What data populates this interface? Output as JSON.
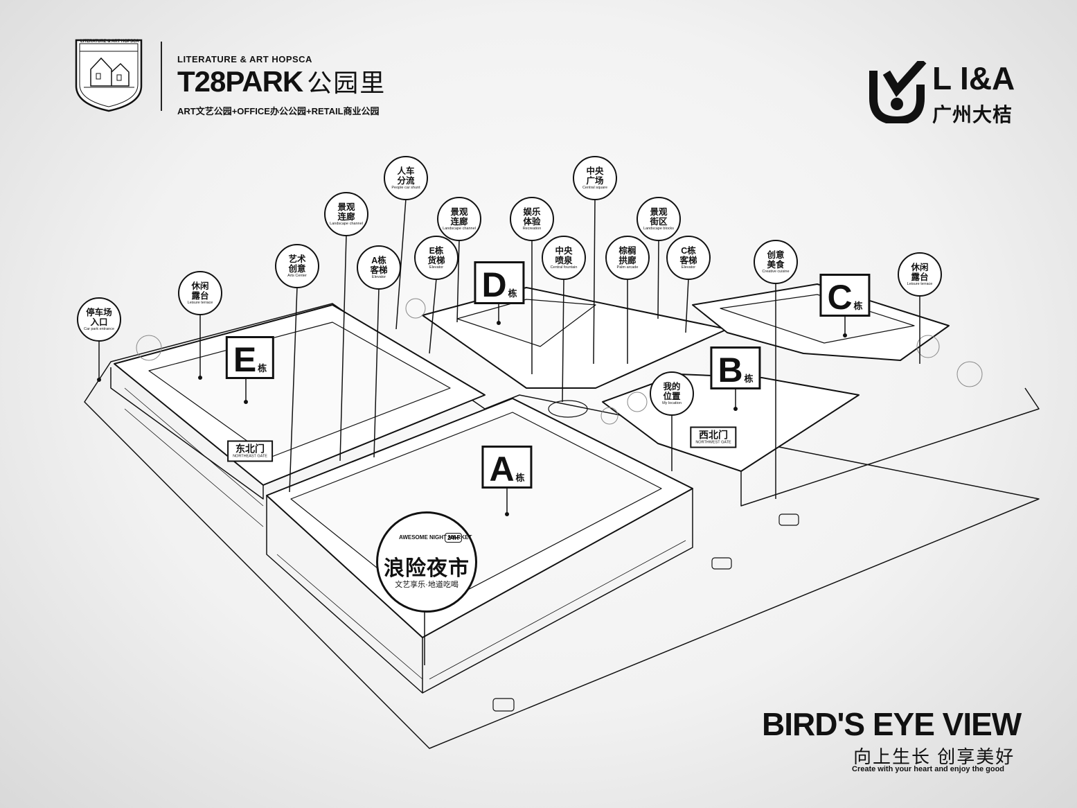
{
  "header": {
    "crest_text": "LITERATURE & ART HOPSCA",
    "brand_sub": "LITERATURE & ART HOPSCA",
    "brand_main": "T28PARK",
    "brand_main_cn": "公园里",
    "brand_tagline": "ART文艺公园+OFFICE办公公园+RETAIL商业公园",
    "logo_name": "L I&A",
    "logo_cn": "广州大桔"
  },
  "footer": {
    "title": "BIRD'S EYE VIEW",
    "slogan_cn": "向上生长 创享美好",
    "slogan_en": "Create with your heart and enjoy the good"
  },
  "buildings": [
    {
      "letter": "A",
      "suffix": "栋"
    },
    {
      "letter": "B",
      "suffix": "栋"
    },
    {
      "letter": "C",
      "suffix": "栋"
    },
    {
      "letter": "D",
      "suffix": "栋"
    },
    {
      "letter": "E",
      "suffix": "栋"
    }
  ],
  "gates": [
    {
      "cn": "东北门",
      "en": "NORTHEAST GATE"
    },
    {
      "cn": "西北门",
      "en": "NORTHWEST GATE"
    }
  ],
  "pins": [
    {
      "cn": [
        "停车场",
        "入口"
      ],
      "en": "Car park entrance"
    },
    {
      "cn": [
        "休闲",
        "露台"
      ],
      "en": "Leisure terrace"
    },
    {
      "cn": [
        "艺术",
        "创意"
      ],
      "en": "Arts Center"
    },
    {
      "cn": [
        "景观",
        "连廊"
      ],
      "en": "Landscape channel"
    },
    {
      "cn": [
        "A栋",
        "客梯"
      ],
      "en": "Elevator"
    },
    {
      "cn": [
        "人车",
        "分流"
      ],
      "en": "People car shunt"
    },
    {
      "cn": [
        "E栋",
        "货梯"
      ],
      "en": "Elevator"
    },
    {
      "cn": [
        "景观",
        "连廊"
      ],
      "en": "Landscape channel"
    },
    {
      "cn": [
        "娱乐",
        "体验"
      ],
      "en": "Recreation"
    },
    {
      "cn": [
        "中央",
        "喷泉"
      ],
      "en": "Central fountain"
    },
    {
      "cn": [
        "中央",
        "广场"
      ],
      "en": "Central square"
    },
    {
      "cn": [
        "棕榈",
        "拱廊"
      ],
      "en": "Palm arcade"
    },
    {
      "cn": [
        "景观",
        "街区"
      ],
      "en": "Landscape blocks"
    },
    {
      "cn": [
        "C栋",
        "客梯"
      ],
      "en": "Elevator"
    },
    {
      "cn": [
        "我的",
        "位置"
      ],
      "en": "My location"
    },
    {
      "cn": [
        "创意",
        "美食"
      ],
      "en": "Creative cuisine"
    },
    {
      "cn": [
        "休闲",
        "露台"
      ],
      "en": "Leisure terrace"
    }
  ],
  "night_market": {
    "en": "AWESOME NIGHT MARKET",
    "badge": "24H",
    "cn": "浪险夜市",
    "sub": "文艺享乐·地道吃喝"
  }
}
